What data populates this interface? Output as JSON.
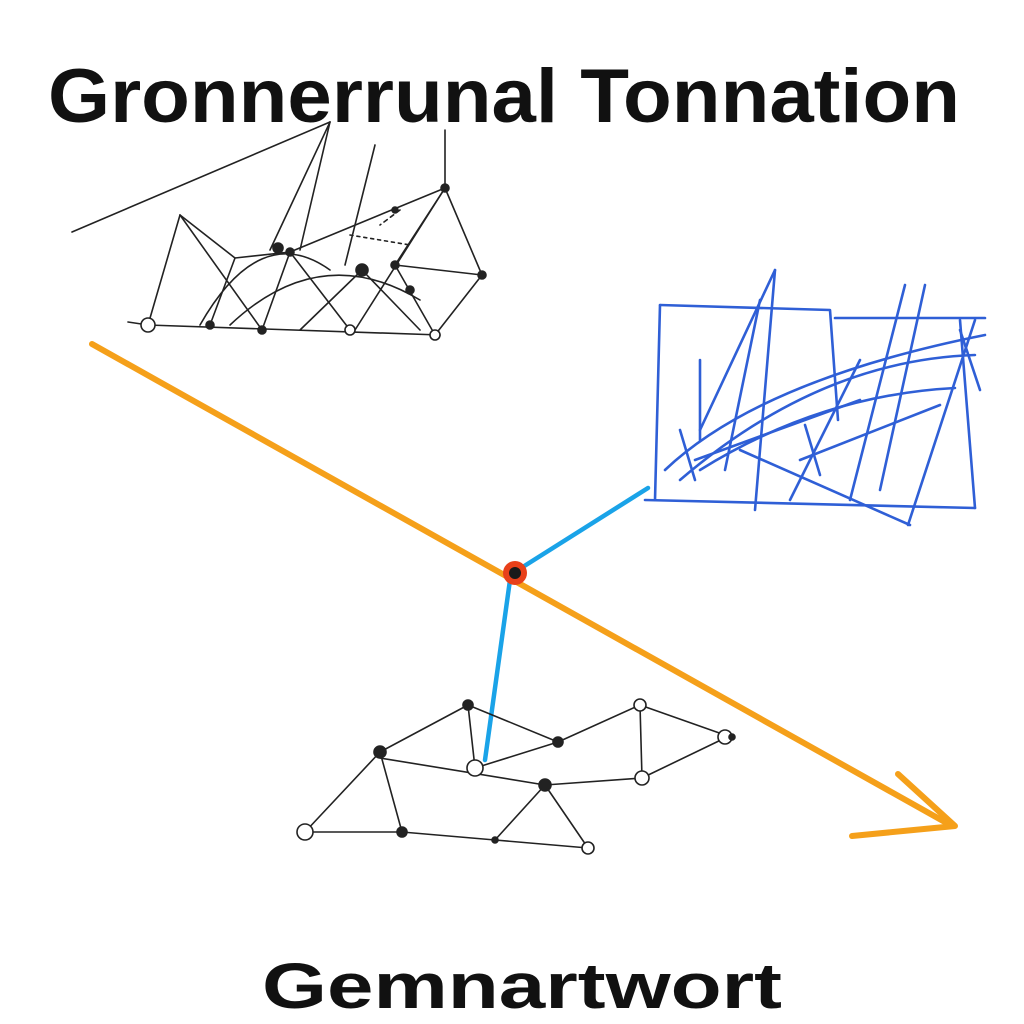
{
  "header": {
    "title": "Gronnerrunal Tonnation"
  },
  "footer": {
    "caption": "Gemnartwort"
  },
  "colors": {
    "ink": "#222222",
    "arrow": "#f5a01a",
    "connector": "#1aa3e8",
    "scribble": "#2f5fd6",
    "hub": "#e8401a"
  },
  "elements": {
    "top_network": "sketch-network-graph",
    "right_panel": "blue-scribble-chart",
    "bottom_network": "sketch-network-graph",
    "main_arrow": "orange-arrow-right-down",
    "hub": "central-junction-node"
  }
}
